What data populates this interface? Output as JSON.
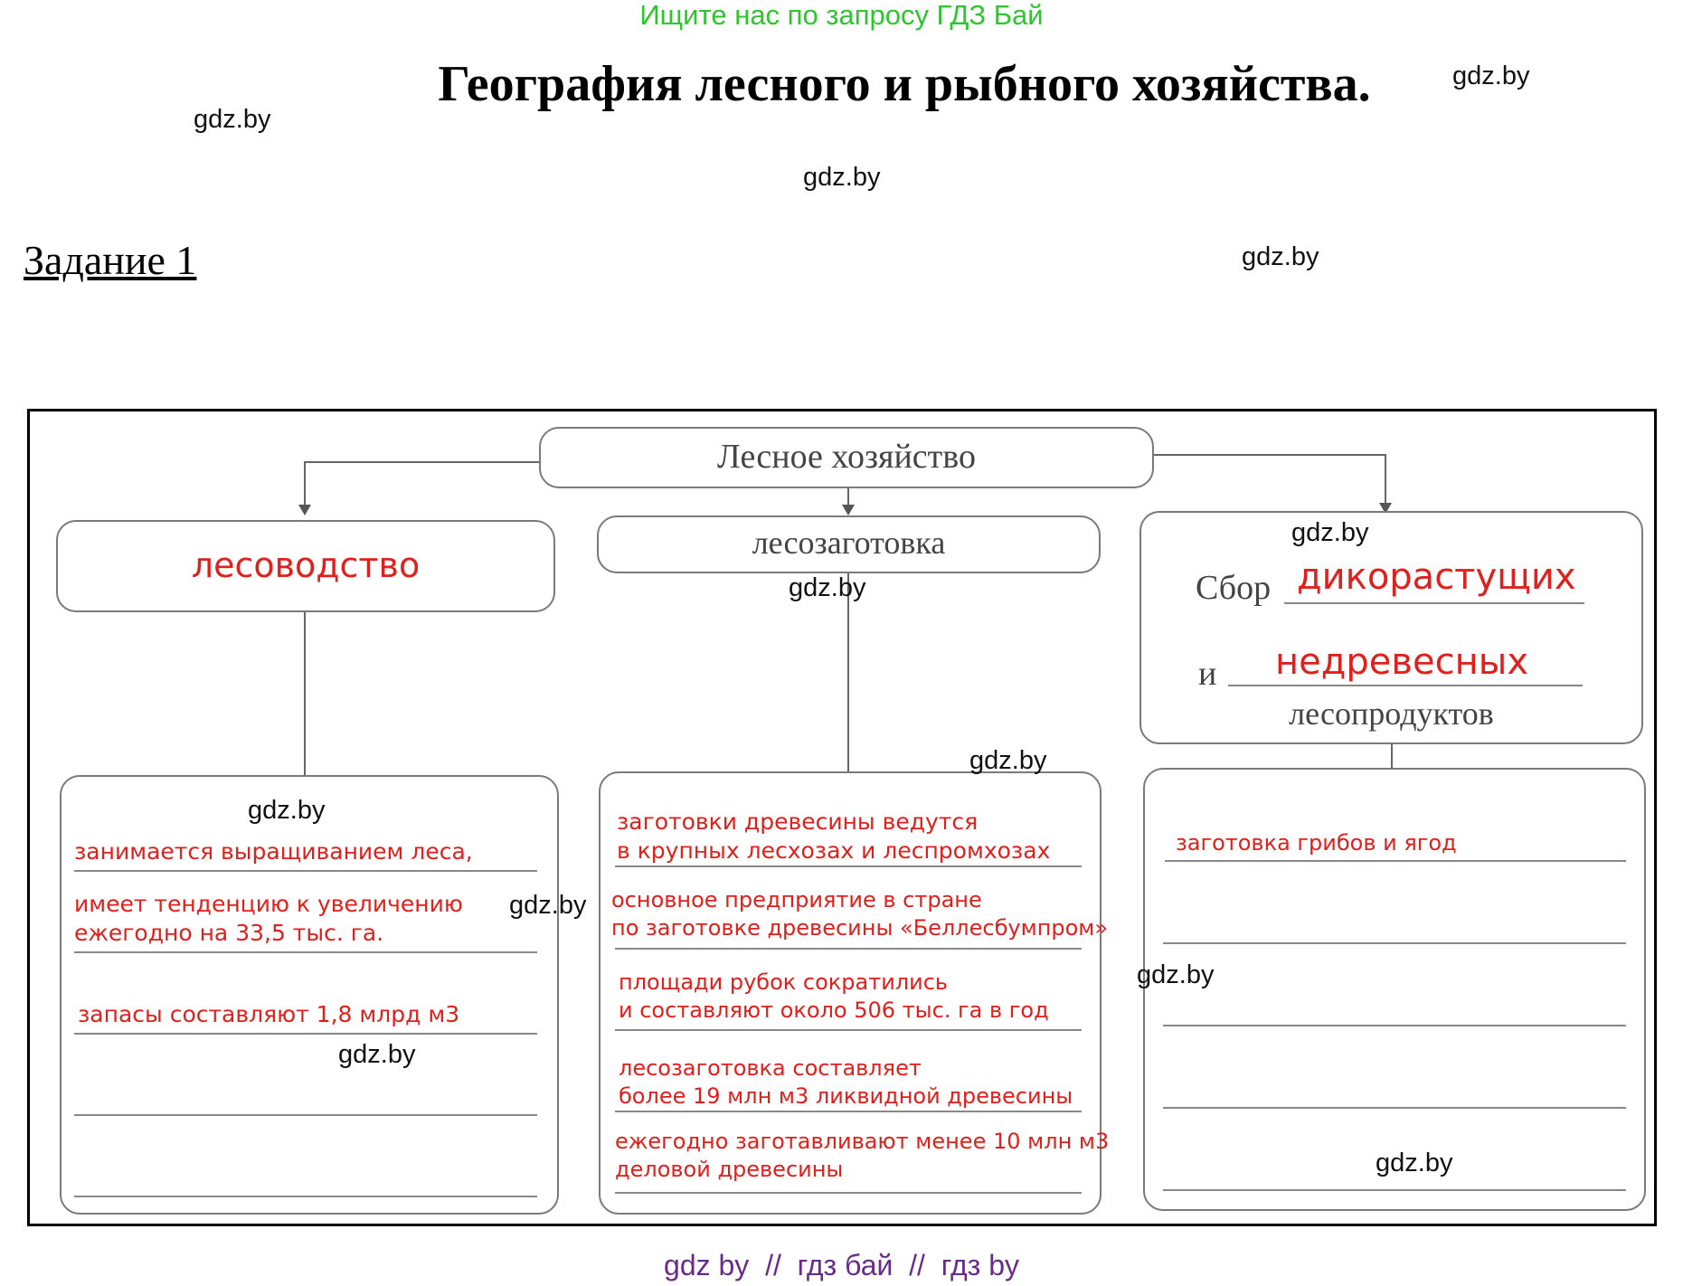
{
  "banner": "Ищите нас по запросу ГДЗ Бай",
  "title": "География лесного и рыбного хозяйства.",
  "task_heading": "Задание 1",
  "watermark": "gdz.by",
  "diagram": {
    "root": "Лесное хозяйство",
    "left_box": {
      "answer": "лесоводство"
    },
    "middle_box": {
      "label": "лесозаготовка"
    },
    "right_box": {
      "prefix": "Сбор",
      "answer1": "дикорастущих",
      "conj": "и",
      "answer2": "недревесных",
      "suffix": "лесопродуктов"
    },
    "left_details": [
      "занимается выращиванием леса,",
      "имеет тенденцию к увеличению\nежегодно на 33,5 тыс. га.",
      "запасы составляют 1,8 млрд м3"
    ],
    "middle_details": [
      "заготовки древесины ведутся\nв крупных лесхозах и леспромхозах",
      "основное предприятие в стране\nпо заготовке древесины «Беллесбумпром»",
      "площади рубок сократились\nи составляют около 506 тыс. га в год",
      "лесозаготовка составляет\nболее 19 млн м3 ликвидной древесины",
      "ежегодно заготавливают менее 10 млн м3\nделовой древесины"
    ],
    "right_details": [
      "заготовка грибов и ягод"
    ]
  },
  "footer": "gdz by  //  гдз бай  //  гдз by"
}
